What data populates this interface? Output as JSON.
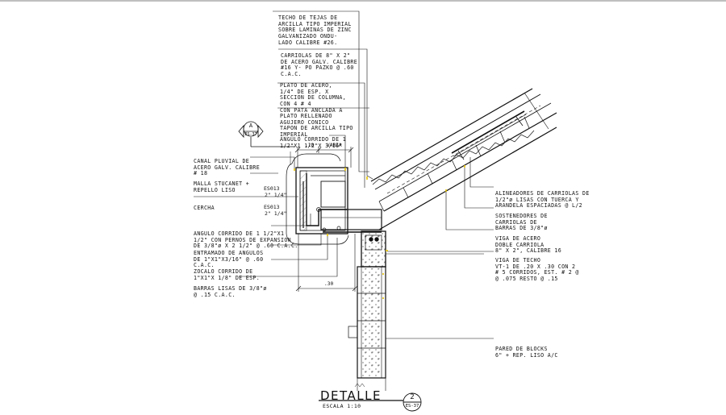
{
  "annotations": {
    "techo": [
      "TECHO DE TEJAS DE",
      "ARCILLA TIPO IMPERIAL",
      "SOBRE LAMINAS DE ZINC",
      "GALVANIZADO ONDU-",
      "LADO CALIBRE #26."
    ],
    "carriolas": [
      "CARRIOLAS DE 8\" X 2\"",
      "DE ACERO GALV. CALIBRE",
      "#16 Y- PO PAZKO @ .60",
      "C.A.C."
    ],
    "plato": [
      "PLATO DE ACERO,",
      "1/4\" DE ESP. X",
      "SECCION DE COLUMNA,",
      "CON 4 # 4",
      "CON PATA ANCLADA A",
      "PLATO RELLENADO",
      "AGUJERO CONICO",
      "TAPON DE ARCILLA TIPO",
      "IMPERIAL"
    ],
    "angulo_top": [
      "ANGULO CORRIDO DE 1",
      "1/2\"X1 1/2\"X 3/16\""
    ],
    "canal": [
      "CANAL PLUVIAL DE",
      "ACERO GALV. CALIBRE",
      "# 18"
    ],
    "malla": [
      "MALLA STUCANET +",
      "REPELLO LISO"
    ],
    "cercha": [
      "CERCHA"
    ],
    "angulo_bottom": [
      "ANGULO CORRIDO DE 1 1/2\"X1",
      "1/2\" CON PERNOS DE EXPANSION",
      "DE 3/8\"ø X 2 1/2\" @ .60 C.A.C."
    ],
    "entramado": [
      "ENTRAMADO DE ANGULOS",
      "DE 1\"X1\"X3/16\" @ .60",
      "C.A.C."
    ],
    "zocalo": [
      "ZOCALO CORRIDO DE",
      "1\"X1\"X 1/8\" DE ESP."
    ],
    "barras_left": [
      "BARRAS LISAS DE 3/8\"ø",
      "@ .15 C.A.C."
    ],
    "alineadores": [
      "ALINEADORES DE CARRIOLAS DE",
      "1/2\"ø LISAS CON TUERCA Y",
      "ARANDELA ESPACIADAS @ L/2"
    ],
    "sostenedores": [
      "SOSTENEDORES DE",
      "CARRIOLAS DE",
      "BARRAS DE 3/8\"ø"
    ],
    "viga_acero": [
      "VIGA DE ACERO",
      "DOBLE CARRIOLA",
      "8\" X 2\", CALIBRE 16"
    ],
    "viga_techo": [
      "VIGA DE TECHO",
      "VT-1 DE .20 X .30 CON 2",
      "# 5 CORRIDOS, EST. # 2 @",
      "@ .075 RESTO @ .15"
    ],
    "pared": [
      "PARED DE BLOCKS",
      "6\" + REP. LISO A/C"
    ]
  },
  "dimensions": {
    "d1": ".18",
    "d2": "VARIA",
    "d3": ".30"
  },
  "refs": {
    "r1": "ES013",
    "r2": "2\" 1/4\"",
    "r3": "ES013",
    "r4": "2\" 1/4\""
  },
  "section_tag": {
    "letter": "A",
    "sheet": "ES-37"
  },
  "title": {
    "main": "DETALLE",
    "scale": "ESCALA 1:10",
    "number": "2",
    "sheet": "ES-37"
  }
}
